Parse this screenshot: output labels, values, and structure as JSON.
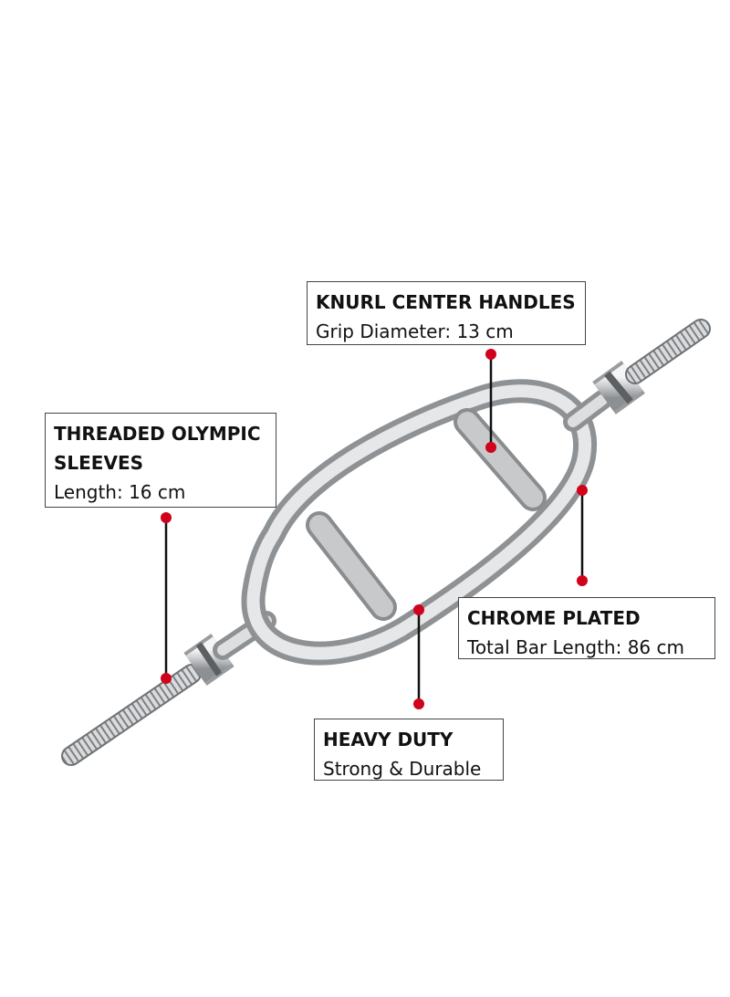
{
  "callouts": {
    "knurl": {
      "title": "KNURL CENTER HANDLES",
      "detail": "Grip Diameter: 13 cm"
    },
    "threaded": {
      "title_line1": "THREADED OLYMPIC",
      "title_line2": "SLEEVES",
      "detail": "Length: 16 cm"
    },
    "chrome": {
      "title": "CHROME PLATED",
      "detail": "Total Bar Length: 86 cm"
    },
    "heavy": {
      "title": "HEAVY DUTY",
      "detail": "Strong & Durable"
    }
  },
  "colors": {
    "marker": "#d0021b",
    "leader": "#111111",
    "border": "#444444",
    "chrome": "#c8cacc"
  }
}
